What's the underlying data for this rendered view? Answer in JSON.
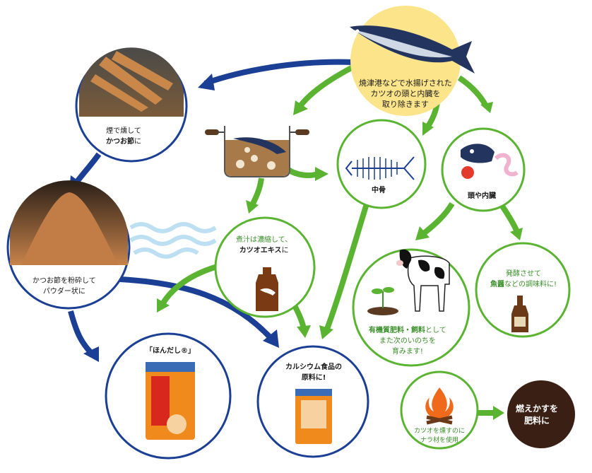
{
  "fish": {
    "line1": "焼津港などで水揚げされた",
    "line2": "カツオの頭と内臓を",
    "line3": "取り除きます"
  },
  "katsuobushi": {
    "line1": "煙で燻して",
    "line2_bold": "かつお節",
    "line2_rest": "に"
  },
  "powder": {
    "line1": "かつお節を粉砕して",
    "line2": "パウダー状に"
  },
  "backbone": {
    "label": "中骨"
  },
  "head_guts": {
    "label": "頭や内臓"
  },
  "extract": {
    "line1": "煮汁は濃縮して、",
    "line2_bold": "カツオエキス",
    "line2_rest": "に"
  },
  "fertilizer": {
    "line1_bold": "有機質肥料・飼料",
    "line1_rest": "として",
    "line2": "また次のいのちを",
    "line3": "育みます!"
  },
  "fish_sauce": {
    "line1": "発酵させて",
    "line2_bold": "魚醤",
    "line2_rest": "などの調味料に!"
  },
  "hondashi": {
    "label": "「ほんだし®」"
  },
  "calcium": {
    "line1": "カルシウム食品の",
    "line2": "原料に!"
  },
  "oak_wood": {
    "line1": "カツオを燻すのに",
    "line2": "ナラ材を使用"
  },
  "burnt_residue": {
    "line1": "燃えかすを",
    "line2": "肥料に"
  },
  "colors": {
    "blue_arrow": "#1b3f94",
    "green_arrow": "#5ab431",
    "fish_circle": "#fbe48a",
    "burnt_circle": "#3a1f14"
  }
}
